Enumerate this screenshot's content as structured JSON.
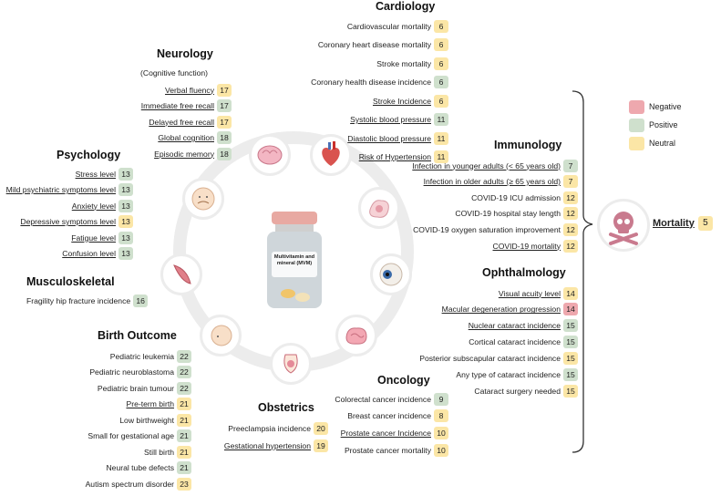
{
  "legend": [
    {
      "label": "Negative",
      "color": "#eea8ae"
    },
    {
      "label": "Positive",
      "color": "#cfe0cd"
    },
    {
      "label": "Neutral",
      "color": "#fbe6a6"
    }
  ],
  "center": {
    "bottle_label": "Multivitamin and mineral (MVM)"
  },
  "mortality": {
    "label": "Mortality",
    "value": "5",
    "status": "neutral"
  },
  "cardiology": {
    "title": "Cardiology",
    "items": [
      {
        "label": "Cardiovascular mortality",
        "value": "6",
        "status": "neutral",
        "underline": false
      },
      {
        "label": "Coronary heart disease mortality",
        "value": "6",
        "status": "neutral",
        "underline": false
      },
      {
        "label": "Stroke mortality",
        "value": "6",
        "status": "neutral",
        "underline": false
      },
      {
        "label": "Coronary health disease incidence",
        "value": "6",
        "status": "positive",
        "underline": false
      },
      {
        "label": "Stroke Incidence",
        "value": "6",
        "status": "neutral",
        "underline": true
      },
      {
        "label": "Systolic blood pressure",
        "value": "11",
        "status": "positive",
        "underline": true
      },
      {
        "label": "Diastolic blood pressure",
        "value": "11",
        "status": "neutral",
        "underline": true
      },
      {
        "label": "Risk of Hypertension",
        "value": "11",
        "status": "neutral",
        "underline": true
      }
    ]
  },
  "neurology": {
    "title": "Neurology",
    "subtitle": "(Cognitive function)",
    "items": [
      {
        "label": "Verbal fluency",
        "value": "17",
        "status": "neutral",
        "underline": true
      },
      {
        "label": "Immediate free recall",
        "value": "17",
        "status": "positive",
        "underline": true
      },
      {
        "label": "Delayed free recall",
        "value": "17",
        "status": "neutral",
        "underline": true
      },
      {
        "label": "Global cognition",
        "value": "18",
        "status": "positive",
        "underline": true
      },
      {
        "label": "Episodic memory",
        "value": "18",
        "status": "positive",
        "underline": true
      }
    ]
  },
  "psychology": {
    "title": "Psychology",
    "items": [
      {
        "label": "Stress level",
        "value": "13",
        "status": "positive",
        "underline": true
      },
      {
        "label": "Mild psychiatric symptoms level",
        "value": "13",
        "status": "positive",
        "underline": true
      },
      {
        "label": "Anxiety level",
        "value": "13",
        "status": "positive",
        "underline": true
      },
      {
        "label": "Depressive symptoms level",
        "value": "13",
        "status": "neutral",
        "underline": true
      },
      {
        "label": "Fatigue level",
        "value": "13",
        "status": "positive",
        "underline": true
      },
      {
        "label": "Confusion level",
        "value": "13",
        "status": "positive",
        "underline": true
      }
    ]
  },
  "musculoskeletal": {
    "title": "Musculoskeletal",
    "items": [
      {
        "label": "Fragility hip fracture incidence",
        "value": "16",
        "status": "positive",
        "underline": false
      }
    ]
  },
  "birth": {
    "title": "Birth Outcome",
    "items": [
      {
        "label": "Pediatric leukemia",
        "value": "22",
        "status": "positive",
        "underline": false
      },
      {
        "label": "Pediatric neuroblastoma",
        "value": "22",
        "status": "positive",
        "underline": false
      },
      {
        "label": "Pediatric brain tumour",
        "value": "22",
        "status": "positive",
        "underline": false
      },
      {
        "label": "Pre-term birth",
        "value": "21",
        "status": "neutral",
        "underline": true
      },
      {
        "label": "Low birthweight",
        "value": "21",
        "status": "neutral",
        "underline": false
      },
      {
        "label": "Small for gestational age",
        "value": "21",
        "status": "positive",
        "underline": false
      },
      {
        "label": "Still birth",
        "value": "21",
        "status": "neutral",
        "underline": false
      },
      {
        "label": "Neural tube defects",
        "value": "21",
        "status": "positive",
        "underline": false
      },
      {
        "label": "Autism spectrum disorder",
        "value": "23",
        "status": "neutral",
        "underline": false
      }
    ]
  },
  "obstetrics": {
    "title": "Obstetrics",
    "items": [
      {
        "label": "Preeclampsia incidence",
        "value": "20",
        "status": "neutral",
        "underline": false
      },
      {
        "label": "Gestational hypertension",
        "value": "19",
        "status": "neutral",
        "underline": true
      }
    ]
  },
  "oncology": {
    "title": "Oncology",
    "items": [
      {
        "label": "Colorectal cancer incidence",
        "value": "9",
        "status": "positive",
        "underline": false
      },
      {
        "label": "Breast cancer incidence",
        "value": "8",
        "status": "neutral",
        "underline": false
      },
      {
        "label": "Prostate cancer Incidence",
        "value": "10",
        "status": "neutral",
        "underline": true
      },
      {
        "label": "Prostate cancer mortality",
        "value": "10",
        "status": "neutral",
        "underline": false
      }
    ]
  },
  "immunology": {
    "title": "Immunology",
    "items": [
      {
        "label": "Infection in younger adults (< 65 years old)",
        "value": "7",
        "status": "positive",
        "underline": true
      },
      {
        "label": "Infection in older adults (≥ 65 years old)",
        "value": "7",
        "status": "neutral",
        "underline": true
      },
      {
        "label": "COVID-19 ICU admission",
        "value": "12",
        "status": "neutral",
        "underline": false
      },
      {
        "label": "COVID-19 hospital stay length",
        "value": "12",
        "status": "neutral",
        "underline": false
      },
      {
        "label": "COVID-19 oxygen saturation improvement",
        "value": "12",
        "status": "neutral",
        "underline": false
      },
      {
        "label": "COVID-19 mortality",
        "value": "12",
        "status": "neutral",
        "underline": true
      }
    ]
  },
  "ophthalmology": {
    "title": "Ophthalmology",
    "items": [
      {
        "label": "Visual acuity level",
        "value": "14",
        "status": "neutral",
        "underline": true
      },
      {
        "label": "Macular degeneration progression",
        "value": "14",
        "status": "negative",
        "underline": true
      },
      {
        "label": "Nuclear cataract incidence",
        "value": "15",
        "status": "positive",
        "underline": true
      },
      {
        "label": "Cortical cataract incidence",
        "value": "15",
        "status": "positive",
        "underline": false
      },
      {
        "label": "Posterior subscapular cataract incidence",
        "value": "15",
        "status": "neutral",
        "underline": false
      },
      {
        "label": "Any type of cataract incidence",
        "value": "15",
        "status": "positive",
        "underline": false
      },
      {
        "label": "Cataract surgery needed",
        "value": "15",
        "status": "neutral",
        "underline": false
      }
    ]
  }
}
